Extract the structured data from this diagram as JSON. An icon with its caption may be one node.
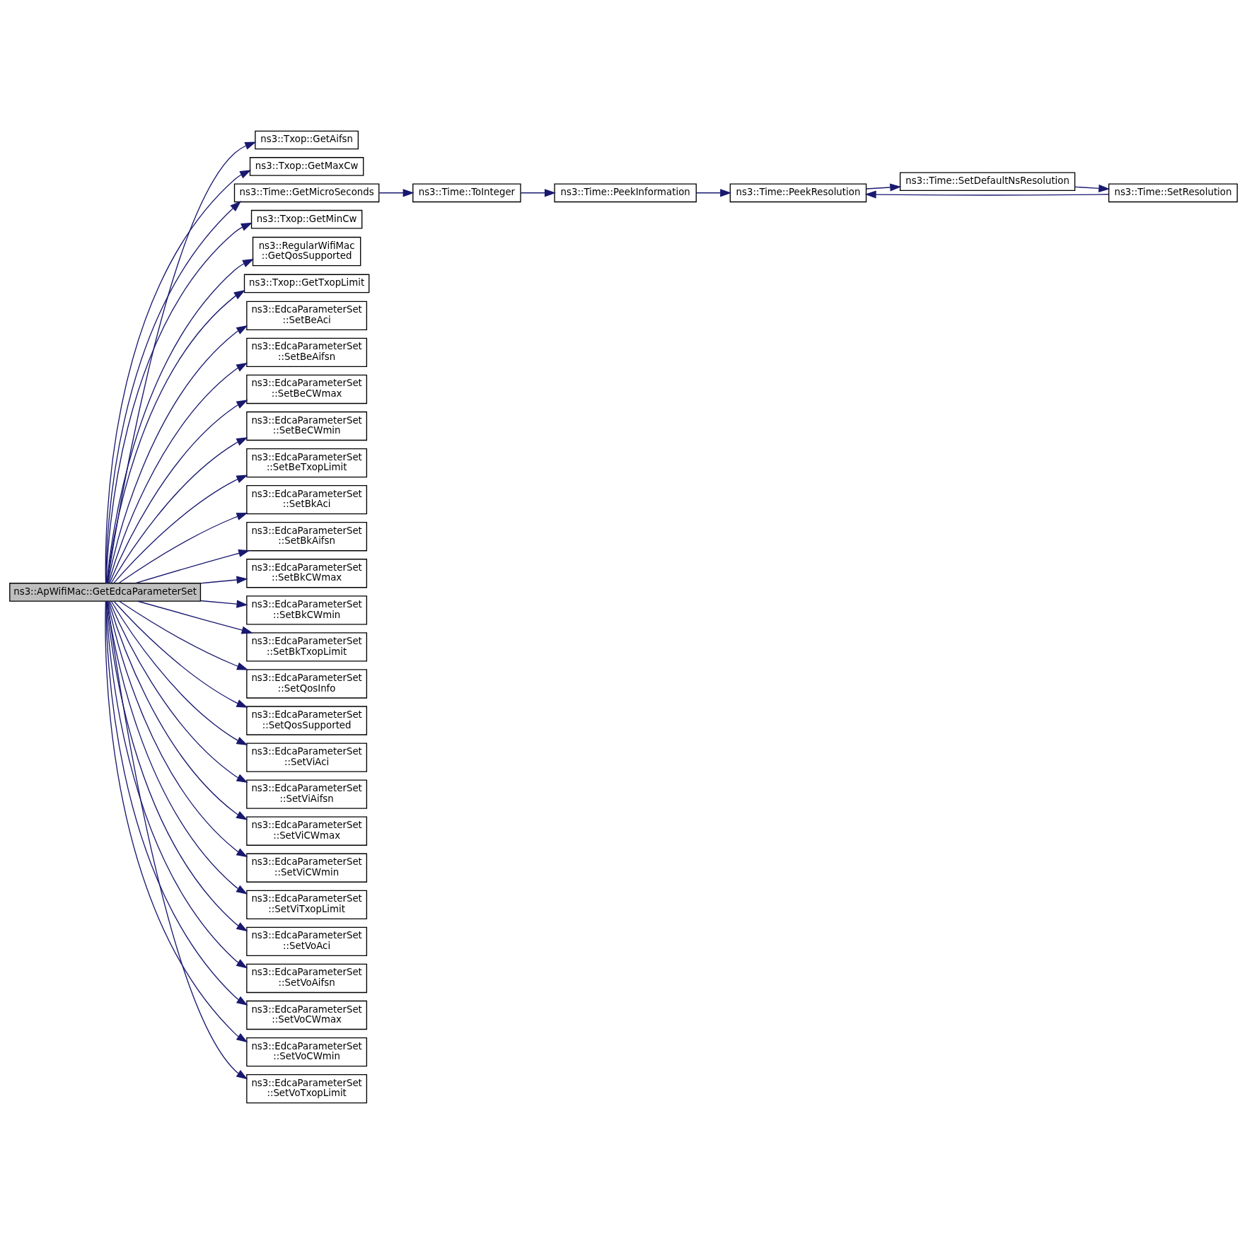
{
  "diagram": {
    "nodes": [
      {
        "text": [
          "ns3::ApWifiMac::GetEdcaParameterSet"
        ]
      },
      {
        "text": [
          "ns3::Txop::GetAifsn"
        ]
      },
      {
        "text": [
          "ns3::Txop::GetMaxCw"
        ]
      },
      {
        "text": [
          "ns3::Time::GetMicroSeconds"
        ]
      },
      {
        "text": [
          "ns3::Time::ToInteger"
        ]
      },
      {
        "text": [
          "ns3::Time::PeekInformation"
        ]
      },
      {
        "text": [
          "ns3::Time::PeekResolution"
        ]
      },
      {
        "text": [
          "ns3::Time::SetDefaultNsResolution"
        ]
      },
      {
        "text": [
          "ns3::Time::SetResolution"
        ]
      },
      {
        "text": [
          "ns3::Txop::GetMinCw"
        ]
      },
      {
        "text": [
          "ns3::RegularWifiMac ::GetQosSupported"
        ]
      },
      {
        "text": [
          "ns3::Txop::GetTxopLimit"
        ]
      },
      {
        "text": [
          "ns3::EdcaParameterSet ::SetBeAci"
        ]
      },
      {
        "text": [
          "ns3::EdcaParameterSet ::SetBeAifsn"
        ]
      },
      {
        "text": [
          "ns3::EdcaParameterSet ::SetBeCWmax"
        ]
      },
      {
        "text": [
          "ns3::EdcaParameterSet ::SetBeCWmin"
        ]
      },
      {
        "text": [
          "ns3::EdcaParameterSet ::SetBeTxopLimit"
        ]
      },
      {
        "text": [
          "ns3::EdcaParameterSet ::SetBkAci"
        ]
      },
      {
        "text": [
          "ns3::EdcaParameterSet ::SetBkAifsn"
        ]
      },
      {
        "text": [
          "ns3::EdcaParameterSet ::SetBkCWmax"
        ]
      },
      {
        "text": [
          "ns3::EdcaParameterSet ::SetBkCWmin"
        ]
      },
      {
        "text": [
          "ns3::EdcaParameterSet ::SetBkTxopLimit"
        ]
      },
      {
        "text": [
          "ns3::EdcaParameterSet ::SetQosInfo"
        ]
      },
      {
        "text": [
          "ns3::EdcaParameterSet ::SetQosSupported"
        ]
      },
      {
        "text": [
          "ns3::EdcaParameterSet ::SetViAci"
        ]
      },
      {
        "text": [
          "ns3::EdcaParameterSet ::SetViAifsn"
        ]
      },
      {
        "text": [
          "ns3::EdcaParameterSet ::SetViCWmax"
        ]
      },
      {
        "text": [
          "ns3::EdcaParameterSet ::SetViCWmin"
        ]
      },
      {
        "text": [
          "ns3::EdcaParameterSet ::SetViTxopLimit"
        ]
      },
      {
        "text": [
          "ns3::EdcaParameterSet ::SetVoAci"
        ]
      },
      {
        "text": [
          "ns3::EdcaParameterSet ::SetVoAifsn"
        ]
      },
      {
        "text": [
          "ns3::EdcaParameterSet ::SetVoCWmax"
        ]
      },
      {
        "text": [
          "ns3::EdcaParameterSet ::SetVoCWmin"
        ]
      },
      {
        "text": [
          "ns3::EdcaParameterSet ::SetVoTxopLimit"
        ]
      }
    ],
    "edges": [
      {
        "from": 0,
        "to": 1,
        "arrow": "to"
      },
      {
        "from": 0,
        "to": 2,
        "arrow": "to"
      },
      {
        "from": 0,
        "to": 3,
        "arrow": "to"
      },
      {
        "from": 0,
        "to": 9,
        "arrow": "to"
      },
      {
        "from": 0,
        "to": 10,
        "arrow": "to"
      },
      {
        "from": 0,
        "to": 11,
        "arrow": "to"
      },
      {
        "from": 0,
        "to": 12,
        "arrow": "to"
      },
      {
        "from": 0,
        "to": 13,
        "arrow": "to"
      },
      {
        "from": 0,
        "to": 14,
        "arrow": "to"
      },
      {
        "from": 0,
        "to": 15,
        "arrow": "to"
      },
      {
        "from": 0,
        "to": 16,
        "arrow": "to"
      },
      {
        "from": 0,
        "to": 17,
        "arrow": "to"
      },
      {
        "from": 0,
        "to": 18,
        "arrow": "to"
      },
      {
        "from": 0,
        "to": 19,
        "arrow": "to"
      },
      {
        "from": 0,
        "to": 20,
        "arrow": "to"
      },
      {
        "from": 0,
        "to": 21,
        "arrow": "to"
      },
      {
        "from": 0,
        "to": 22,
        "arrow": "to"
      },
      {
        "from": 0,
        "to": 23,
        "arrow": "to"
      },
      {
        "from": 0,
        "to": 24,
        "arrow": "to"
      },
      {
        "from": 0,
        "to": 25,
        "arrow": "to"
      },
      {
        "from": 0,
        "to": 26,
        "arrow": "to"
      },
      {
        "from": 0,
        "to": 27,
        "arrow": "to"
      },
      {
        "from": 0,
        "to": 28,
        "arrow": "to"
      },
      {
        "from": 0,
        "to": 29,
        "arrow": "to"
      },
      {
        "from": 0,
        "to": 30,
        "arrow": "to"
      },
      {
        "from": 0,
        "to": 31,
        "arrow": "to"
      },
      {
        "from": 0,
        "to": 32,
        "arrow": "to"
      },
      {
        "from": 0,
        "to": 33,
        "arrow": "to"
      },
      {
        "from": 3,
        "to": 4,
        "arrow": "to"
      },
      {
        "from": 4,
        "to": 5,
        "arrow": "to"
      },
      {
        "from": 5,
        "to": 6,
        "arrow": "to"
      },
      {
        "from": 6,
        "to": 7,
        "arrow": "to"
      },
      {
        "from": 7,
        "to": 8,
        "arrow": "to"
      },
      {
        "from": 8,
        "to": 6,
        "arrow": "to"
      }
    ]
  }
}
